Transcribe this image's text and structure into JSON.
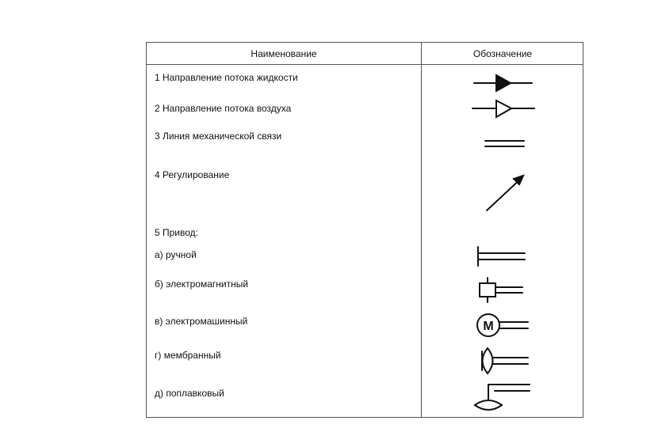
{
  "table": {
    "header": {
      "name": "Наименование",
      "symbol": "Обозначение"
    },
    "rows": [
      {
        "label": "1 Направление потока жидкости",
        "symbol_icon": "filled-triangle-arrow-icon"
      },
      {
        "label": "2 Направление потока воздуха",
        "symbol_icon": "hollow-triangle-arrow-icon"
      },
      {
        "label": "3 Линия механической связи",
        "symbol_icon": "double-line-icon"
      },
      {
        "label": "4 Регулирование",
        "symbol_icon": "diagonal-arrow-icon"
      },
      {
        "label": "5 Привод:",
        "symbol_icon": ""
      },
      {
        "label": "а) ручной",
        "symbol_icon": "manual-drive-icon"
      },
      {
        "label": "б) электромагнитный",
        "symbol_icon": "electromagnetic-drive-icon"
      },
      {
        "label": "в) электромашинный",
        "symbol_icon": "electric-motor-drive-icon",
        "symbol_text": "M"
      },
      {
        "label": "г) мембранный",
        "symbol_icon": "membrane-drive-icon"
      },
      {
        "label": "д) поплавковый",
        "symbol_icon": "float-drive-icon"
      }
    ]
  }
}
